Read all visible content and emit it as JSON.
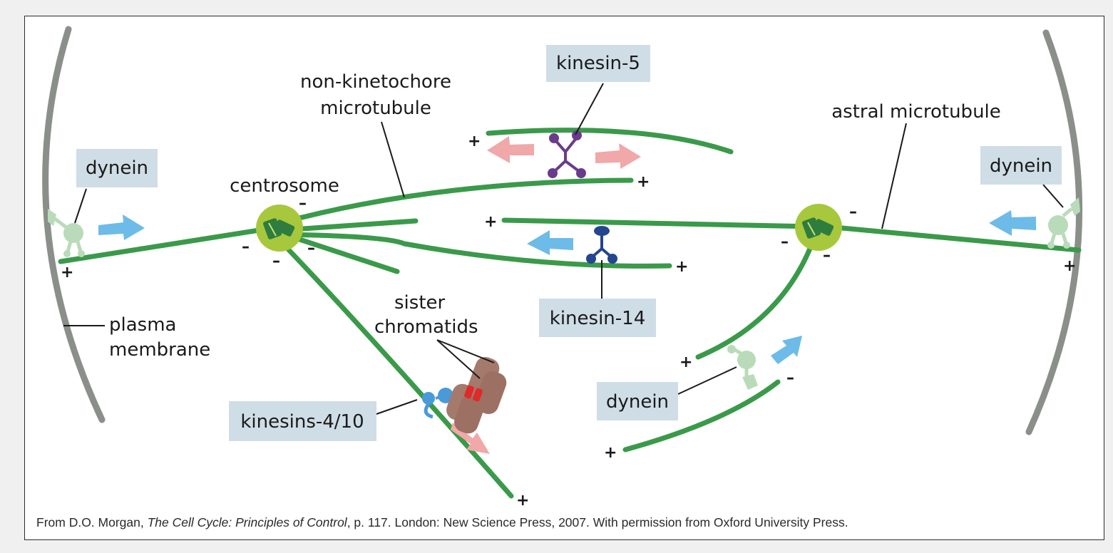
{
  "labels": {
    "kinesin5": "kinesin-5",
    "non_kinetochore_line1": "non-kinetochore",
    "non_kinetochore_line2": "microtubule",
    "astral": "astral microtubule",
    "dynein_left": "dynein",
    "dynein_right": "dynein",
    "dynein_bottom": "dynein",
    "centrosome": "centrosome",
    "plasma_line1": "plasma",
    "plasma_line2": "membrane",
    "sister_line1": "sister",
    "sister_line2": "chromatids",
    "kinesin14": "kinesin-14",
    "kinesins410": "kinesins-4/10"
  },
  "signs": {
    "plus": "+",
    "minus": "–"
  },
  "caption": {
    "prefix": "From D.O. Morgan, ",
    "title": "The Cell Cycle: Principles of Control",
    "suffix": ", p. 117. London: New Science Press, 2007. With permission from Oxford University Press."
  },
  "colors": {
    "microtubule": "#3a9a4a",
    "membrane": "#8a8f8a",
    "centrosome": "#a7c83c",
    "label_box": "#cfdde6",
    "arrow_blue": "#6dbbe8",
    "arrow_pink": "#f0a8a8",
    "kinesin5": "#6a3b8a",
    "kinesin14": "#24458f",
    "kinesin410": "#4a9ad8",
    "dynein": "#b9dbb9",
    "chromatid": "#a47a6c",
    "kinetochore": "#e02a2a"
  }
}
